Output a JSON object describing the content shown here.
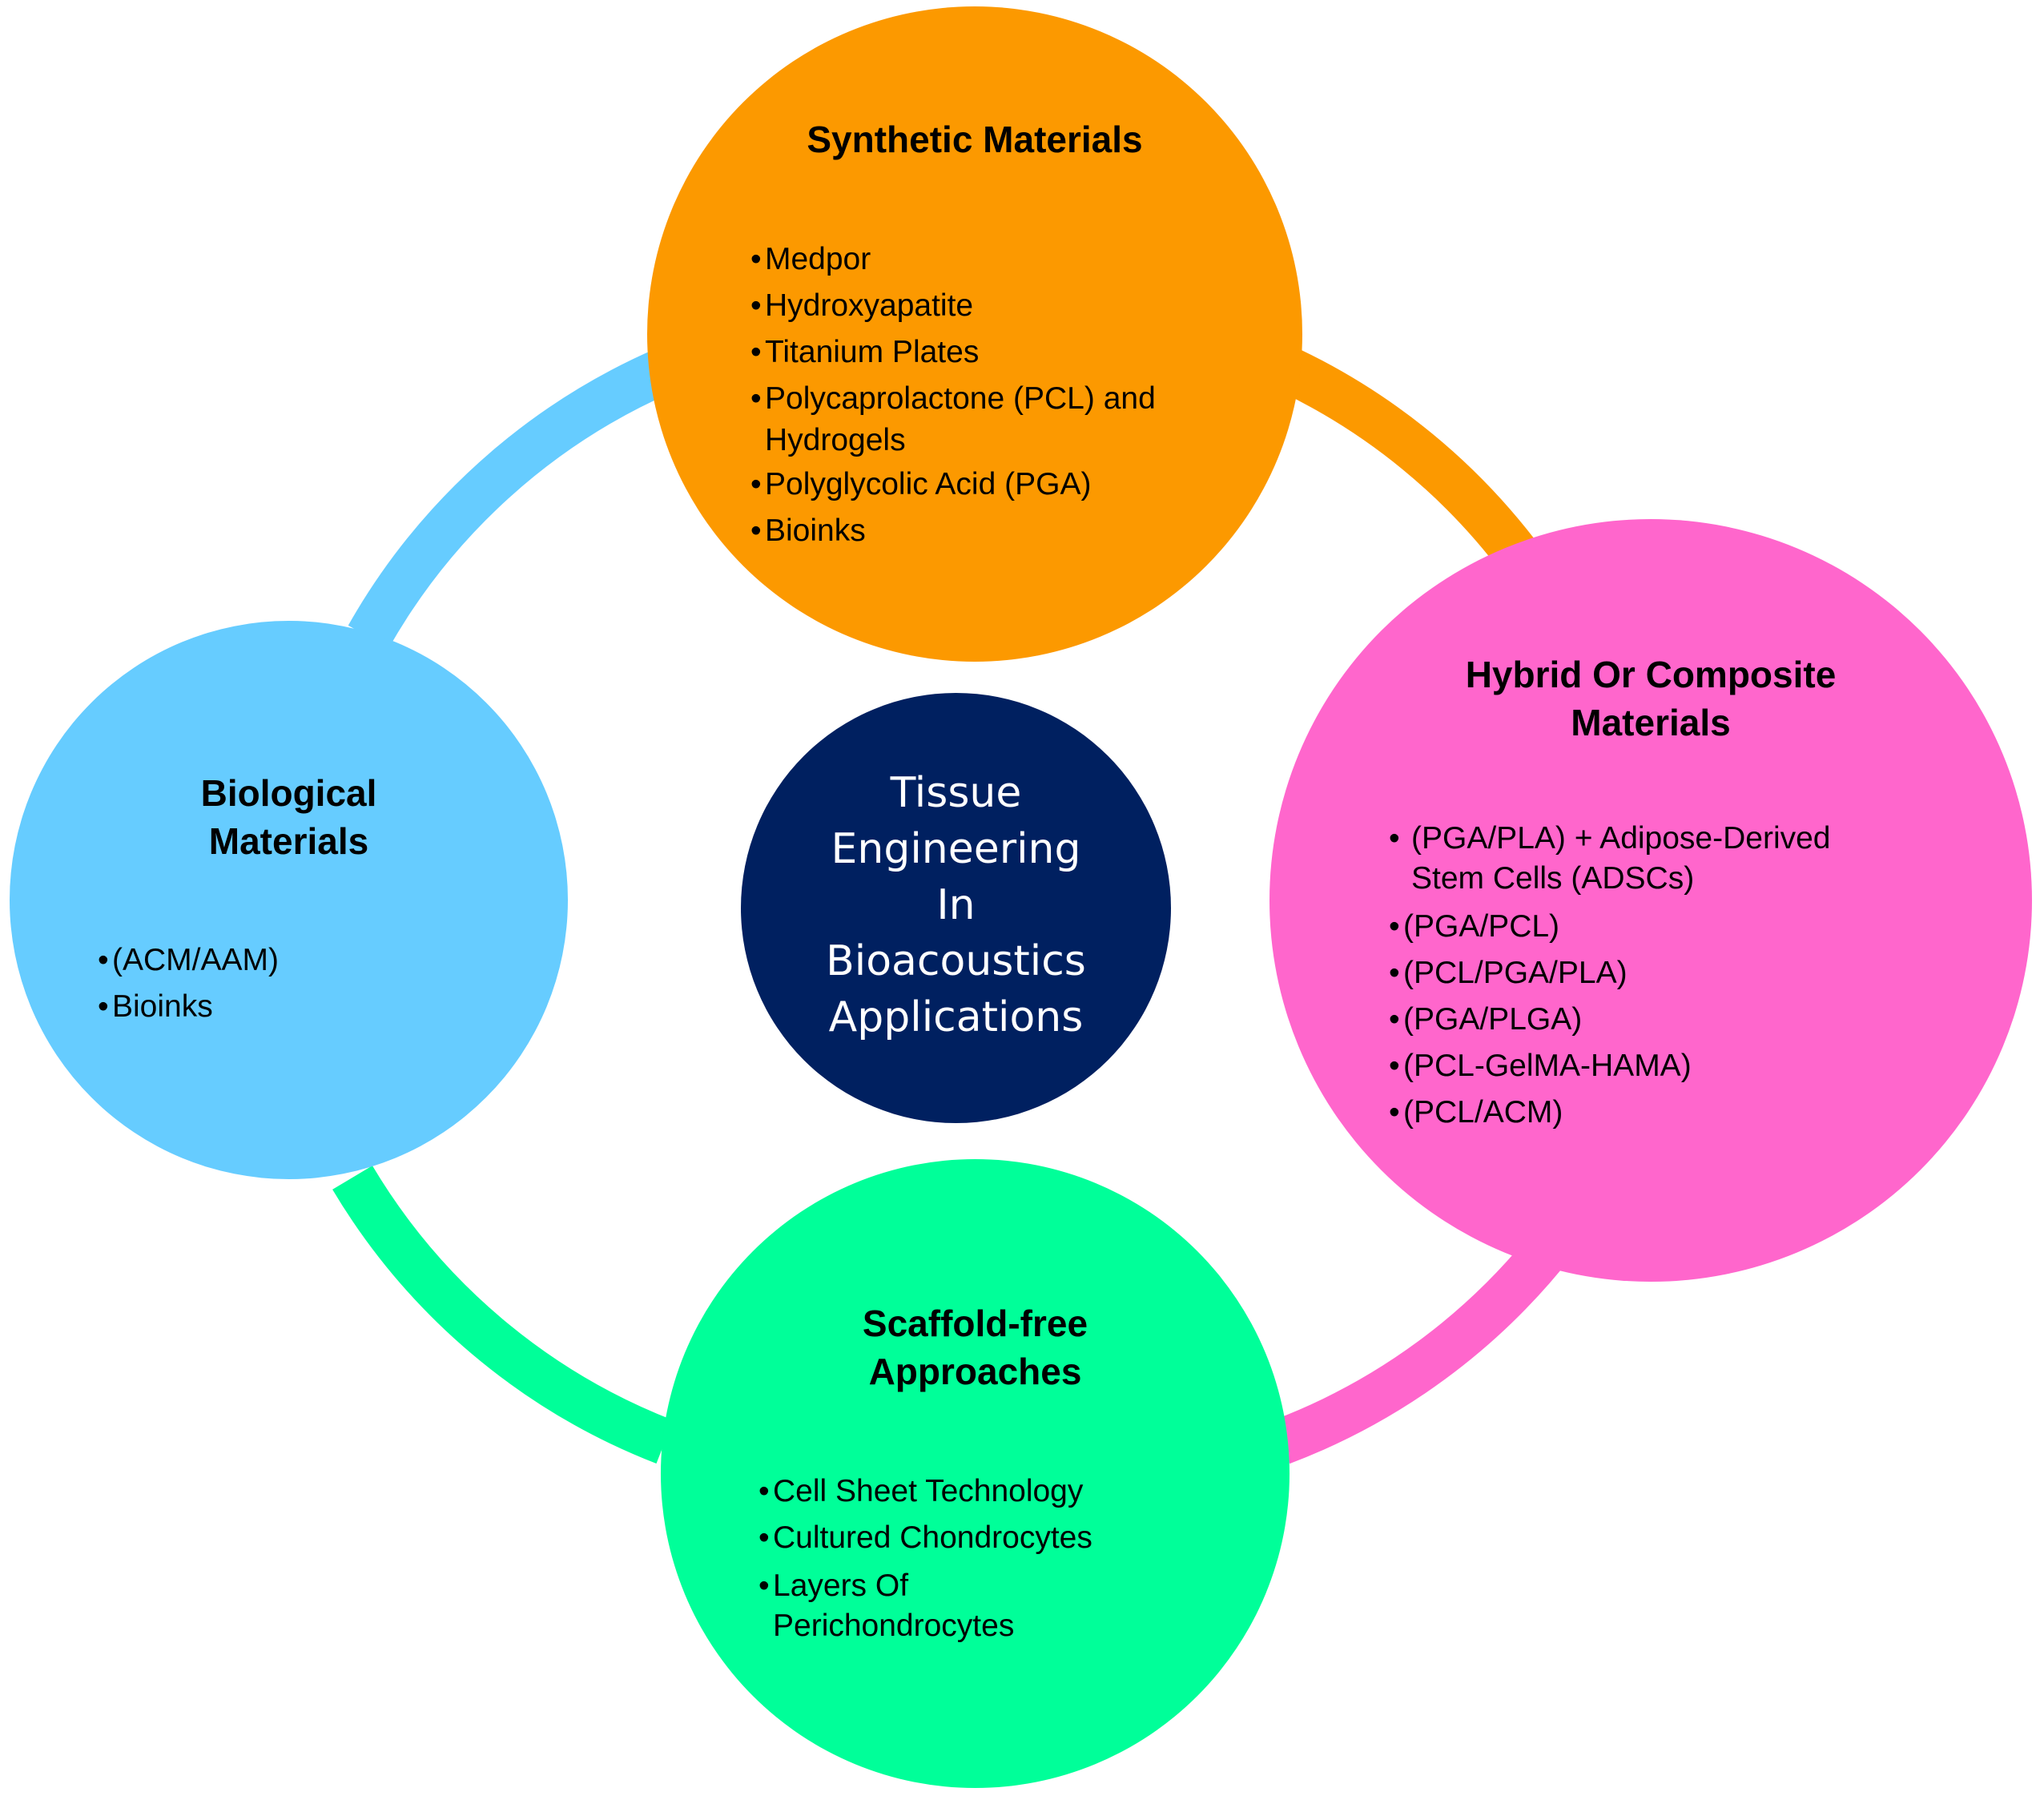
{
  "colors": {
    "synthetic": "#fc9900",
    "hybrid": "#ff66cc",
    "scaffold_free": "#00ff99",
    "biological": "#66ccff",
    "center": "#002060",
    "center_text": "#ffffff"
  },
  "center": {
    "lines": [
      "Tissue",
      "Engineering",
      "In",
      "Bioacoustics",
      "Applications"
    ]
  },
  "synthetic": {
    "title": "Synthetic Materials",
    "items": [
      "Medpor",
      "Hydroxyapatite",
      "Titanium Plates",
      "Polycaprolactone (PCL) and Hydrogels",
      "Polyglycolic Acid (PGA)",
      "Bioinks"
    ]
  },
  "hybrid": {
    "title_line1": "Hybrid Or Composite",
    "title_line2": "Materials",
    "items": [
      "(PGA/PLA) + Adipose-Derived Stem Cells (ADSCs)",
      "(PGA/PCL)",
      "(PCL/PGA/PLA)",
      "(PGA/PLGA)",
      "(PCL-GelMA-HAMA)",
      "(PCL/ACM)"
    ]
  },
  "scaffold_free": {
    "title_line1": "Scaffold-free",
    "title_line2": "Approaches",
    "items": [
      "Cell Sheet Technology",
      "Cultured Chondrocytes",
      "Layers Of Perichondrocytes"
    ]
  },
  "biological": {
    "title_line1": "Biological",
    "title_line2": "Materials",
    "items": [
      "(ACM/AAM)",
      "Bioinks"
    ]
  },
  "bullet": "•"
}
